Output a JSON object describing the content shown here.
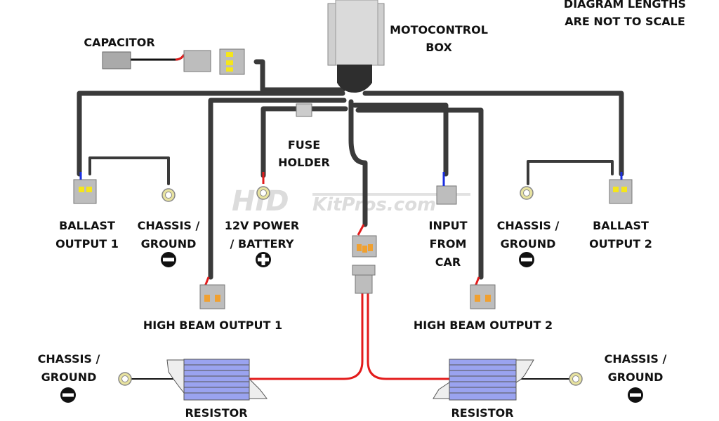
{
  "notice": {
    "line1": "DIAGRAM LENGTHS",
    "line2": "ARE NOT TO SCALE"
  },
  "watermark": {
    "brand": "HID",
    "domain": "KitPros.com"
  },
  "labels": {
    "motocontrol": [
      "MOTOCONTROL",
      "BOX"
    ],
    "capacitor": "CAPACITOR",
    "fuse": [
      "FUSE",
      "HOLDER"
    ],
    "ballast1": [
      "BALLAST",
      "OUTPUT 1"
    ],
    "chassis1": [
      "CHASSIS /",
      "GROUND"
    ],
    "power": [
      "12V POWER",
      "/ BATTERY"
    ],
    "input": [
      "INPUT",
      "FROM",
      "CAR"
    ],
    "chassis2": [
      "CHASSIS /",
      "GROUND"
    ],
    "ballast2": [
      "BALLAST",
      "OUTPUT 2"
    ],
    "highbeam1": "HIGH BEAM OUTPUT 1",
    "highbeam2": "HIGH BEAM OUTPUT 2",
    "chassis3": [
      "CHASSIS /",
      "GROUND"
    ],
    "chassis4": [
      "CHASSIS /",
      "GROUND"
    ],
    "resistor1": "RESISTOR",
    "resistor2": "RESISTOR"
  },
  "colors": {
    "wire": "#3a3a3a",
    "positive_wire": "#e31b1b",
    "resistor": "#9aa3f0",
    "ring_terminal": "#e8e3a0",
    "ballast_pins": "#f5e61a",
    "highbeam_pins": "#f0a030",
    "input_wire": "#1a2ee0"
  },
  "symbols": {
    "ground": "minus-symbol",
    "power": "plus-symbol"
  }
}
